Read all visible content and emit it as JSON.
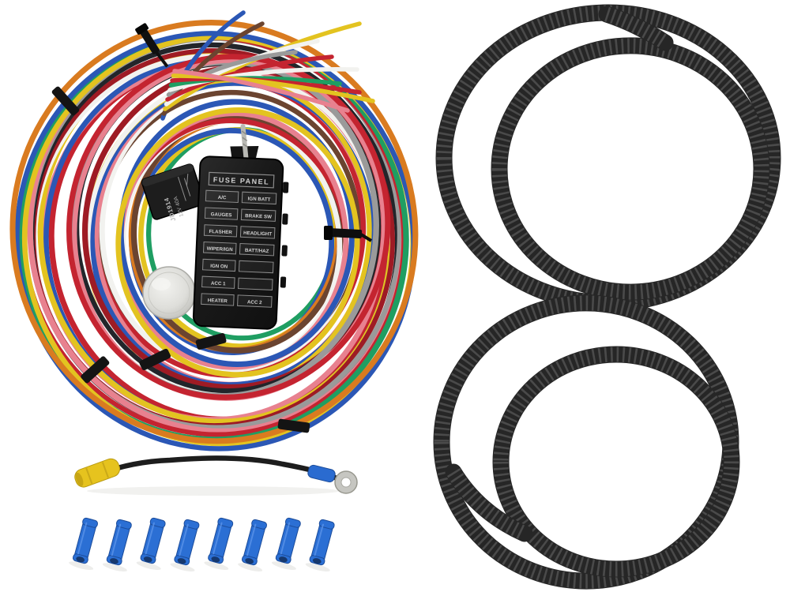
{
  "meta": {
    "description": "Product photo: universal 12V wiring harness kit with fuse panel, relay, flasher can, split loom tubing and butt connectors",
    "background": "#ffffff"
  },
  "fuse_panel": {
    "title": "FUSE PANEL",
    "rows": [
      {
        "left": "A/C",
        "right": "IGN BATT"
      },
      {
        "left": "GAUGES",
        "right": "BRAKE SW"
      },
      {
        "left": "FLASHER",
        "right": "HEADLIGHT"
      },
      {
        "left": "WIPER/IGN",
        "right": "BATT/HAZ"
      },
      {
        "left": "IGN ON",
        "right": ""
      },
      {
        "left": "ACC 1",
        "right": ""
      },
      {
        "left": "HEATER",
        "right": "ACC 2"
      }
    ],
    "body_color": "#1b1b1b",
    "slot_border_color": "#8c8c8c",
    "label_color": "#d2d2d2"
  },
  "relay": {
    "line1": "JD1914",
    "line2": "12V 40A",
    "body_color": "#1d1d1d",
    "text_color": "#b8b8b8"
  },
  "flasher_can": {
    "color": "#dededb"
  },
  "wires": {
    "colors": [
      "#c42430",
      "#e8818f",
      "#2b57b5",
      "#e3c320",
      "#f2f2ef",
      "#9e1b24",
      "#22252a",
      "#9a9a9a",
      "#e8818f",
      "#c42430",
      "#1f9e62",
      "#e3c320",
      "#2b57b5",
      "#d97b20",
      "#6b4430",
      "#f2f2ef"
    ]
  },
  "ground_wire": {
    "wire_color": "#1d1d1d",
    "splice_color": "#e6c31e",
    "terminal_sleeve_color": "#2a6bd0",
    "terminal_ring_color": "#c6c6c1"
  },
  "butt_connectors": {
    "count": 8,
    "color": "#2b6fd4"
  },
  "split_loom": {
    "color": "#262626",
    "rib_color": "#4a4a4a"
  },
  "zip_tie_color": "#101010"
}
